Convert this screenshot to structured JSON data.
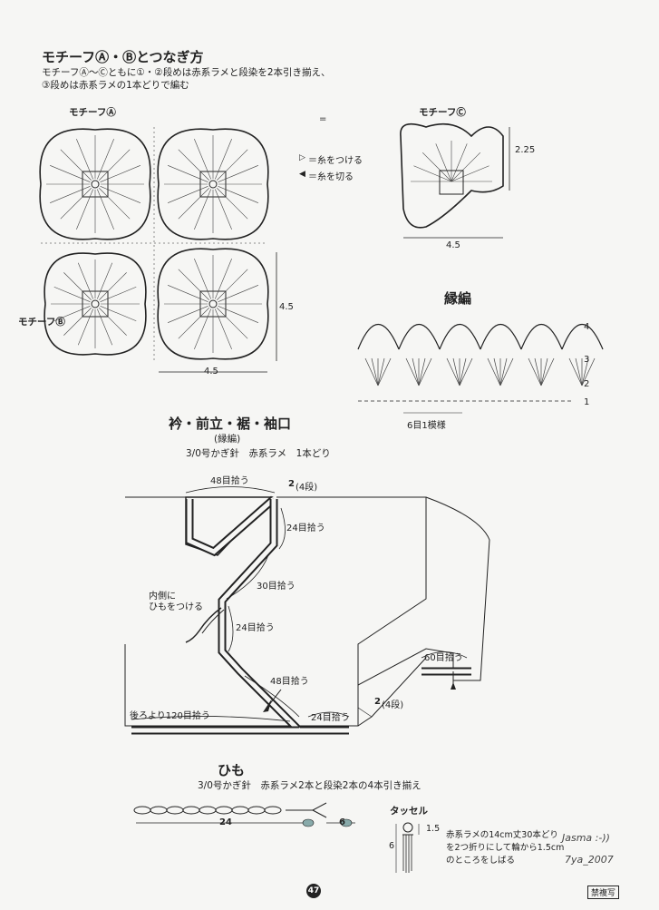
{
  "motif_section": {
    "title": "モチーフⒶ・Ⓑとつなぎ方",
    "note_line1": "モチーフⒶ〜Ⓒともに①・②段めは赤系ラメと段染を2本引き揃え、",
    "note_line2": "③段めは赤系ラメの1本どりで編む",
    "label_a": "モチーフⒶ",
    "label_b": "モチーフⒷ",
    "label_c": "モチーフⒸ",
    "dim_width": "4.5",
    "dim_height": "4.5",
    "dim_c_width": "4.5",
    "dim_c_height": "2.25",
    "legend_attach": "＝糸をつける",
    "legend_cut": "＝糸を切る",
    "legend_equal": "="
  },
  "edging": {
    "title": "縁編",
    "repeat_label": "6目1模様",
    "rows": [
      "4",
      "3",
      "2",
      "1"
    ]
  },
  "collar": {
    "title": "衿・前立・裾・袖口",
    "subtitle": "(縁編)",
    "hook": "3/0号かぎ針　赤系ラメ　1本どり",
    "pick_48_top": "48目拾う",
    "rows_2_4": "2",
    "rows_2_4_suffix": "(4段)",
    "pick_24_a": "24目拾う",
    "pick_30": "30目拾う",
    "inside_cord": "内側に",
    "inside_cord2": "ひもをつける",
    "pick_24_b": "24目拾う",
    "pick_48_mid": "48目拾う",
    "pick_24_c": "24目拾う",
    "back_pick": "後ろより120目拾う",
    "sleeve_pick": "60目拾う",
    "rows_2_4b": "2",
    "rows_2_4b_suffix": "(4段)"
  },
  "cord": {
    "title": "ひも",
    "hook": "3/0号かぎ針　赤系ラメ2本と段染2本の4本引き揃え",
    "len_24": "24",
    "len_6": "6"
  },
  "tassel": {
    "title": "タッセル",
    "dim_15": "1.5",
    "dim_6": "6",
    "line1": "赤系ラメの14cm丈30本どり",
    "line2": "を2つ折りにして輪から1.5cm",
    "line3": "のところをしばる"
  },
  "watermark": {
    "line1": "Jasma :-))",
    "line2": "7ya_2007"
  },
  "footer": {
    "page_number": "47",
    "badge": "禁複写"
  }
}
